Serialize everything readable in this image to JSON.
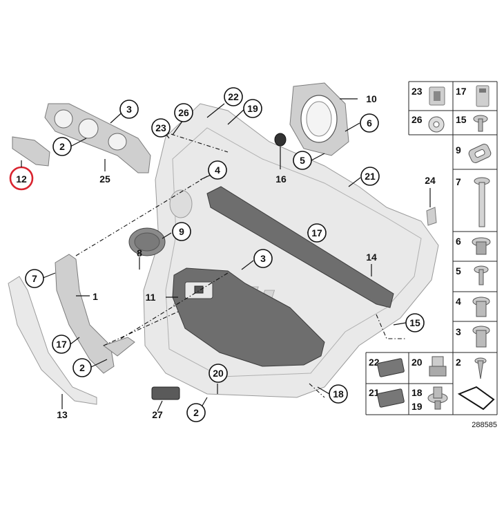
{
  "diagram": {
    "callouts": [
      {
        "id": "c3a",
        "label": "3"
      },
      {
        "id": "c2a",
        "label": "2"
      },
      {
        "id": "c26",
        "label": "26"
      },
      {
        "id": "c23",
        "label": "23"
      },
      {
        "id": "c22",
        "label": "22"
      },
      {
        "id": "c19",
        "label": "19"
      },
      {
        "id": "c4",
        "label": "4"
      },
      {
        "id": "c10",
        "label": "10"
      },
      {
        "id": "c6",
        "label": "6"
      },
      {
        "id": "c5",
        "label": "5"
      },
      {
        "id": "c21",
        "label": "21"
      },
      {
        "id": "c9",
        "label": "9"
      },
      {
        "id": "c17a",
        "label": "17"
      },
      {
        "id": "c3b",
        "label": "3"
      },
      {
        "id": "c7",
        "label": "7"
      },
      {
        "id": "c15",
        "label": "15"
      },
      {
        "id": "c17b",
        "label": "17"
      },
      {
        "id": "c2b",
        "label": "2"
      },
      {
        "id": "c20",
        "label": "20"
      },
      {
        "id": "c2c",
        "label": "2"
      },
      {
        "id": "c18",
        "label": "18"
      },
      {
        "id": "c12",
        "label": "12"
      }
    ],
    "plain_labels": [
      {
        "id": "p25",
        "label": "25"
      },
      {
        "id": "p16",
        "label": "16"
      },
      {
        "id": "p24",
        "label": "24"
      },
      {
        "id": "p8",
        "label": "8"
      },
      {
        "id": "p11",
        "label": "11"
      },
      {
        "id": "p14",
        "label": "14"
      },
      {
        "id": "p1",
        "label": "1"
      },
      {
        "id": "p13",
        "label": "13"
      },
      {
        "id": "p27",
        "label": "27"
      }
    ],
    "fastener_grid": [
      {
        "label": "23"
      },
      {
        "label": "17"
      },
      {
        "label": "26"
      },
      {
        "label": "15"
      },
      {
        "label": "9"
      },
      {
        "label": "7"
      },
      {
        "label": "6"
      },
      {
        "label": "5"
      },
      {
        "label": "4"
      },
      {
        "label": "3"
      },
      {
        "label": "2"
      },
      {
        "label": "22"
      },
      {
        "label": "20"
      },
      {
        "label": "21"
      },
      {
        "label": "18"
      },
      {
        "label": "19"
      }
    ],
    "reference_number": "288585",
    "highlight_color": "#d9232e"
  }
}
